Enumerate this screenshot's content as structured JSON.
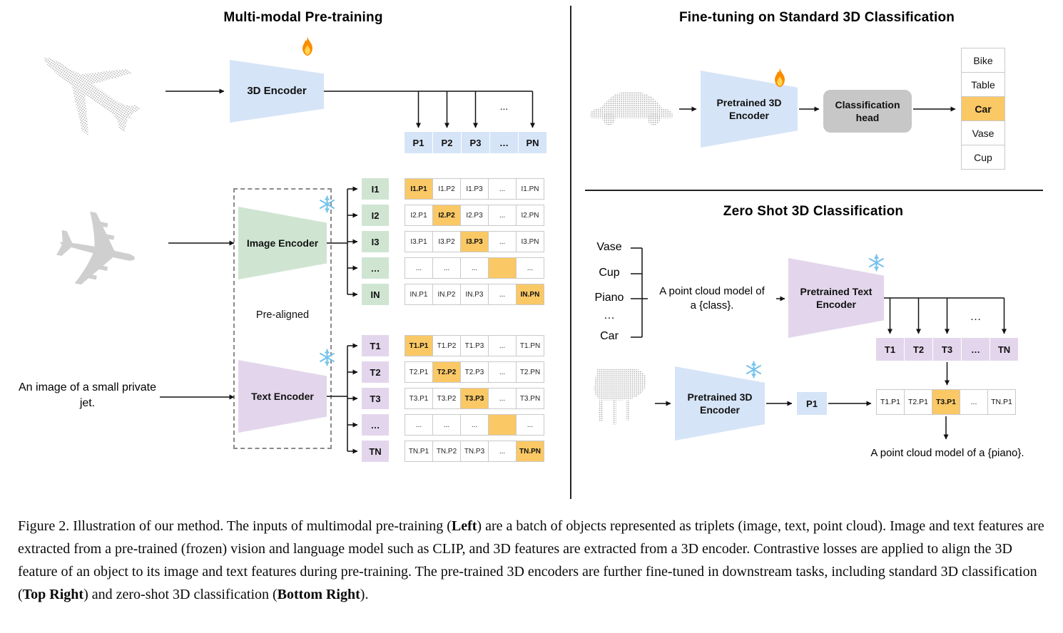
{
  "left": {
    "title": "Multi-modal Pre-training",
    "encoder3d_label": "3D Encoder",
    "image_encoder_label": "Image Encoder",
    "text_encoder_label": "Text Encoder",
    "prealigned": "Pre-aligned",
    "input_text": "An image of a small private jet.",
    "plane_glyph": "✈",
    "hdots": "...",
    "p_header": [
      "P1",
      "P2",
      "P3",
      "…",
      "PN"
    ],
    "i_labels": [
      "I1",
      "I2",
      "I3",
      "…",
      "IN"
    ],
    "t_labels": [
      "T1",
      "T2",
      "T3",
      "…",
      "TN"
    ],
    "i_matrix": [
      [
        "I1.P1",
        "I1.P2",
        "I1.P3",
        "...",
        "I1.PN"
      ],
      [
        "I2.P1",
        "I2.P2",
        "I2.P3",
        "...",
        "I2.PN"
      ],
      [
        "I3.P1",
        "I3.P2",
        "I3.P3",
        "...",
        "I3.PN"
      ],
      [
        "...",
        "...",
        "...",
        "",
        "..."
      ],
      [
        "IN.P1",
        "IN.P2",
        "IN.P3",
        "...",
        "IN.PN"
      ]
    ],
    "t_matrix": [
      [
        "T1.P1",
        "T1.P2",
        "T1.P3",
        "...",
        "T1.PN"
      ],
      [
        "T2.P1",
        "T2.P2",
        "T2.P3",
        "...",
        "T2.PN"
      ],
      [
        "T3.P1",
        "T3.P2",
        "T3.P3",
        "...",
        "T3.PN"
      ],
      [
        "...",
        "...",
        "...",
        "",
        "..."
      ],
      [
        "TN.P1",
        "TN.P2",
        "TN.P3",
        "...",
        "TN.PN"
      ]
    ]
  },
  "top_right": {
    "title": "Fine-tuning on Standard 3D Classification",
    "encoder_label": "Pretrained 3D Encoder",
    "head_label": "Classification head",
    "classes": [
      "Bike",
      "Table",
      "Car",
      "Vase",
      "Cup"
    ]
  },
  "bottom_right": {
    "title": "Zero Shot 3D Classification",
    "class_list": [
      "Vase",
      "Cup",
      "Piano",
      "…",
      "Car"
    ],
    "prompt_line1": "A point cloud model of",
    "prompt_line2": "a {class}.",
    "text_encoder_label": "Pretrained Text Encoder",
    "encoder3d_label": "Pretrained 3D Encoder",
    "t_header": [
      "T1",
      "T2",
      "T3",
      "…",
      "TN"
    ],
    "hdots": "…",
    "p1": "P1",
    "result_row": [
      "T1.P1",
      "T2.P1",
      "T3.P1",
      "...",
      "TN.P1"
    ],
    "output_text": "A point cloud model of a {piano}."
  },
  "caption": {
    "segments": [
      "Figure 2. Illustration of our method. The inputs of multimodal pre-training (",
      "Left",
      ") are a batch of objects represented as triplets (image, text, point cloud). Image and text features are extracted from a pre-trained (frozen) vision and language model such as CLIP, and 3D features are extracted from a 3D encoder. Contrastive losses are applied to align the 3D feature of an object to its image and text features during pre-training. The pre-trained 3D encoders are further fine-tuned in downstream tasks, including standard 3D classification (",
      "Top Right",
      ") and zero-shot 3D classification (",
      "Bottom Right",
      ")."
    ]
  },
  "colors": {
    "encoder_blue": "#d6e4f7",
    "encoder_green": "#cfe5d2",
    "encoder_purple": "#e3d6ec",
    "highlight_orange": "#fac865",
    "head_gray": "#c7c7c7"
  }
}
